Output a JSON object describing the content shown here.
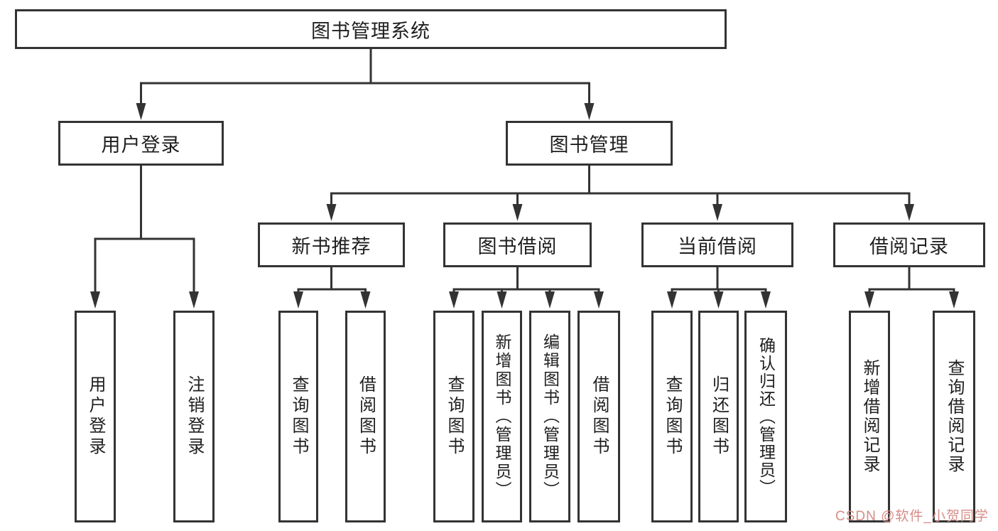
{
  "nodes": {
    "root": "图书管理系统",
    "user_login": "用户登录",
    "book_mgmt": "图书管理",
    "new_book_rec": "新书推荐",
    "book_borrow": "图书借阅",
    "current_borrow": "当前借阅",
    "borrow_record": "借阅记录",
    "leaf_user_login": "用户登录",
    "leaf_logout": "注销登录",
    "leaf_query_book_a": "查询图书",
    "leaf_borrow_book_a": "借阅图书",
    "leaf_query_book_b": "查询图书",
    "leaf_add_book": "新增图书（管理员）",
    "leaf_edit_book": "编辑图书（管理员）",
    "leaf_borrow_book_b": "借阅图书",
    "leaf_query_book_c": "查询图书",
    "leaf_return_book": "归还图书",
    "leaf_confirm_return": "确认归还（管理员）",
    "leaf_add_record": "新增借阅记录",
    "leaf_query_record": "查询借阅记录"
  },
  "watermark": {
    "text": "CSDN @软件_小贺同学",
    "color": "#d68c87"
  },
  "colors": {
    "line": "#333333",
    "text": "#1f1f1f",
    "node_background": "#ffffff"
  }
}
